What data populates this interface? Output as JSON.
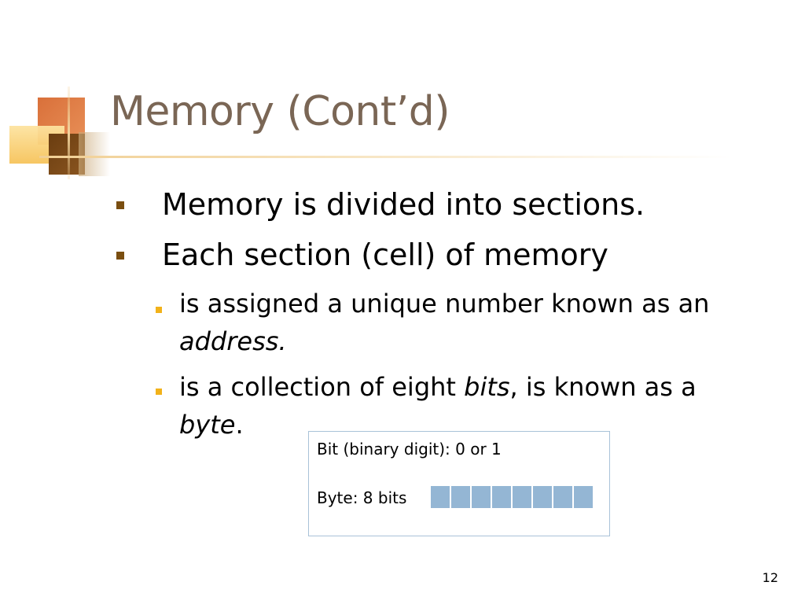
{
  "slide": {
    "title": "Memory (Cont’d)",
    "bullets": [
      {
        "text": "Memory is divided into sections."
      },
      {
        "text": "Each section (cell) of memory"
      }
    ],
    "subbullets": [
      {
        "line1": "is assigned a unique number known as an",
        "line2_italic": "address.",
        "line2_rest": ""
      },
      {
        "line1_a": "is a collection of eight ",
        "line1_italic": "bits",
        "line1_b": ", is known as a",
        "line2_italic": "byte",
        "line2_rest": "."
      }
    ],
    "box": {
      "bit_label": "Bit (binary digit): 0 or 1",
      "byte_label": "Byte: 8 bits",
      "bit_cells": 8
    },
    "page_number": "12",
    "colors": {
      "title": "#7a6655",
      "bullet_mark": "#7a4e10",
      "sub_mark": "#f2b21a",
      "bit_cell": "#94b6d4"
    }
  }
}
